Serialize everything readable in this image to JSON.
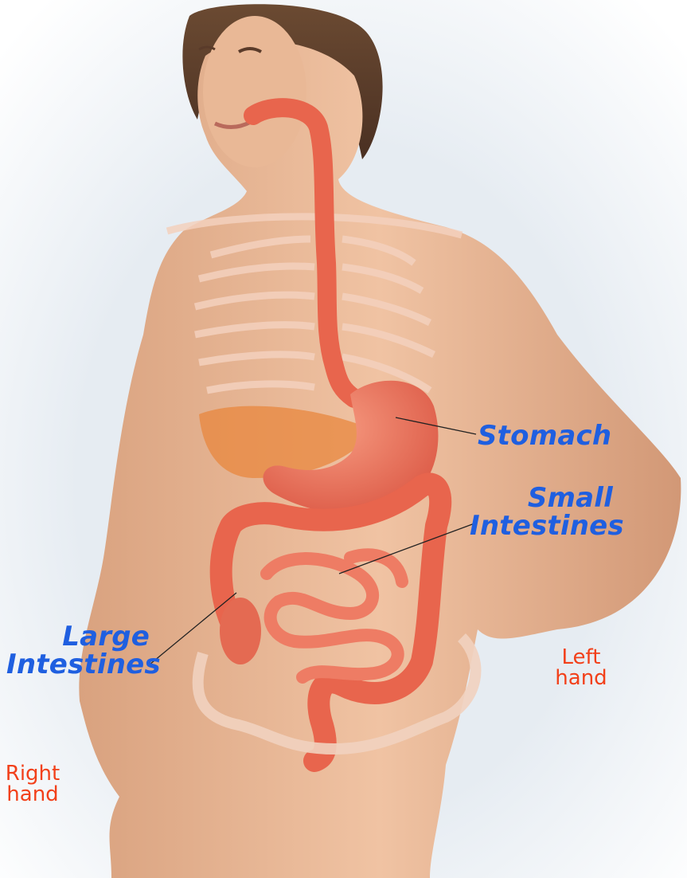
{
  "labels": {
    "stomach": "Stomach",
    "small_intestines_1": "Small",
    "small_intestines_2": "Intestines",
    "large_intestines_1": "Large",
    "large_intestines_2": "Intestines",
    "left_hand_1": "Left",
    "left_hand_2": "hand",
    "right_hand_1": "Right",
    "right_hand_2": "hand"
  },
  "colors": {
    "label_blue": "#1f5fe0",
    "label_orange": "#f2401a",
    "skin": "#e8b896",
    "organ": "#e86a55",
    "background": "#ffffff"
  }
}
